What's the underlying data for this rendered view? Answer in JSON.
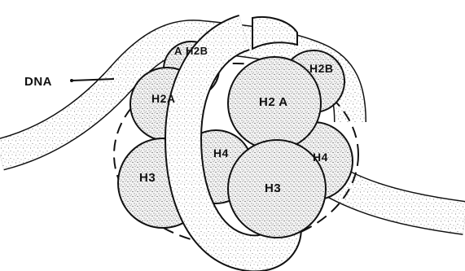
{
  "labels": {
    "dna": "DNA",
    "h2a_left": "H2A",
    "h2b_left": "H2B",
    "h2b_left_prefix": "A",
    "h2a_center": "H2 A",
    "h2b_right": "H2B",
    "h4_left": "H4",
    "h4_right": "H4",
    "h3_left": "H3",
    "h3_center": "H3"
  },
  "colors": {
    "ink": "#111111",
    "paper": "#ffffff",
    "stipple": "#555555"
  }
}
